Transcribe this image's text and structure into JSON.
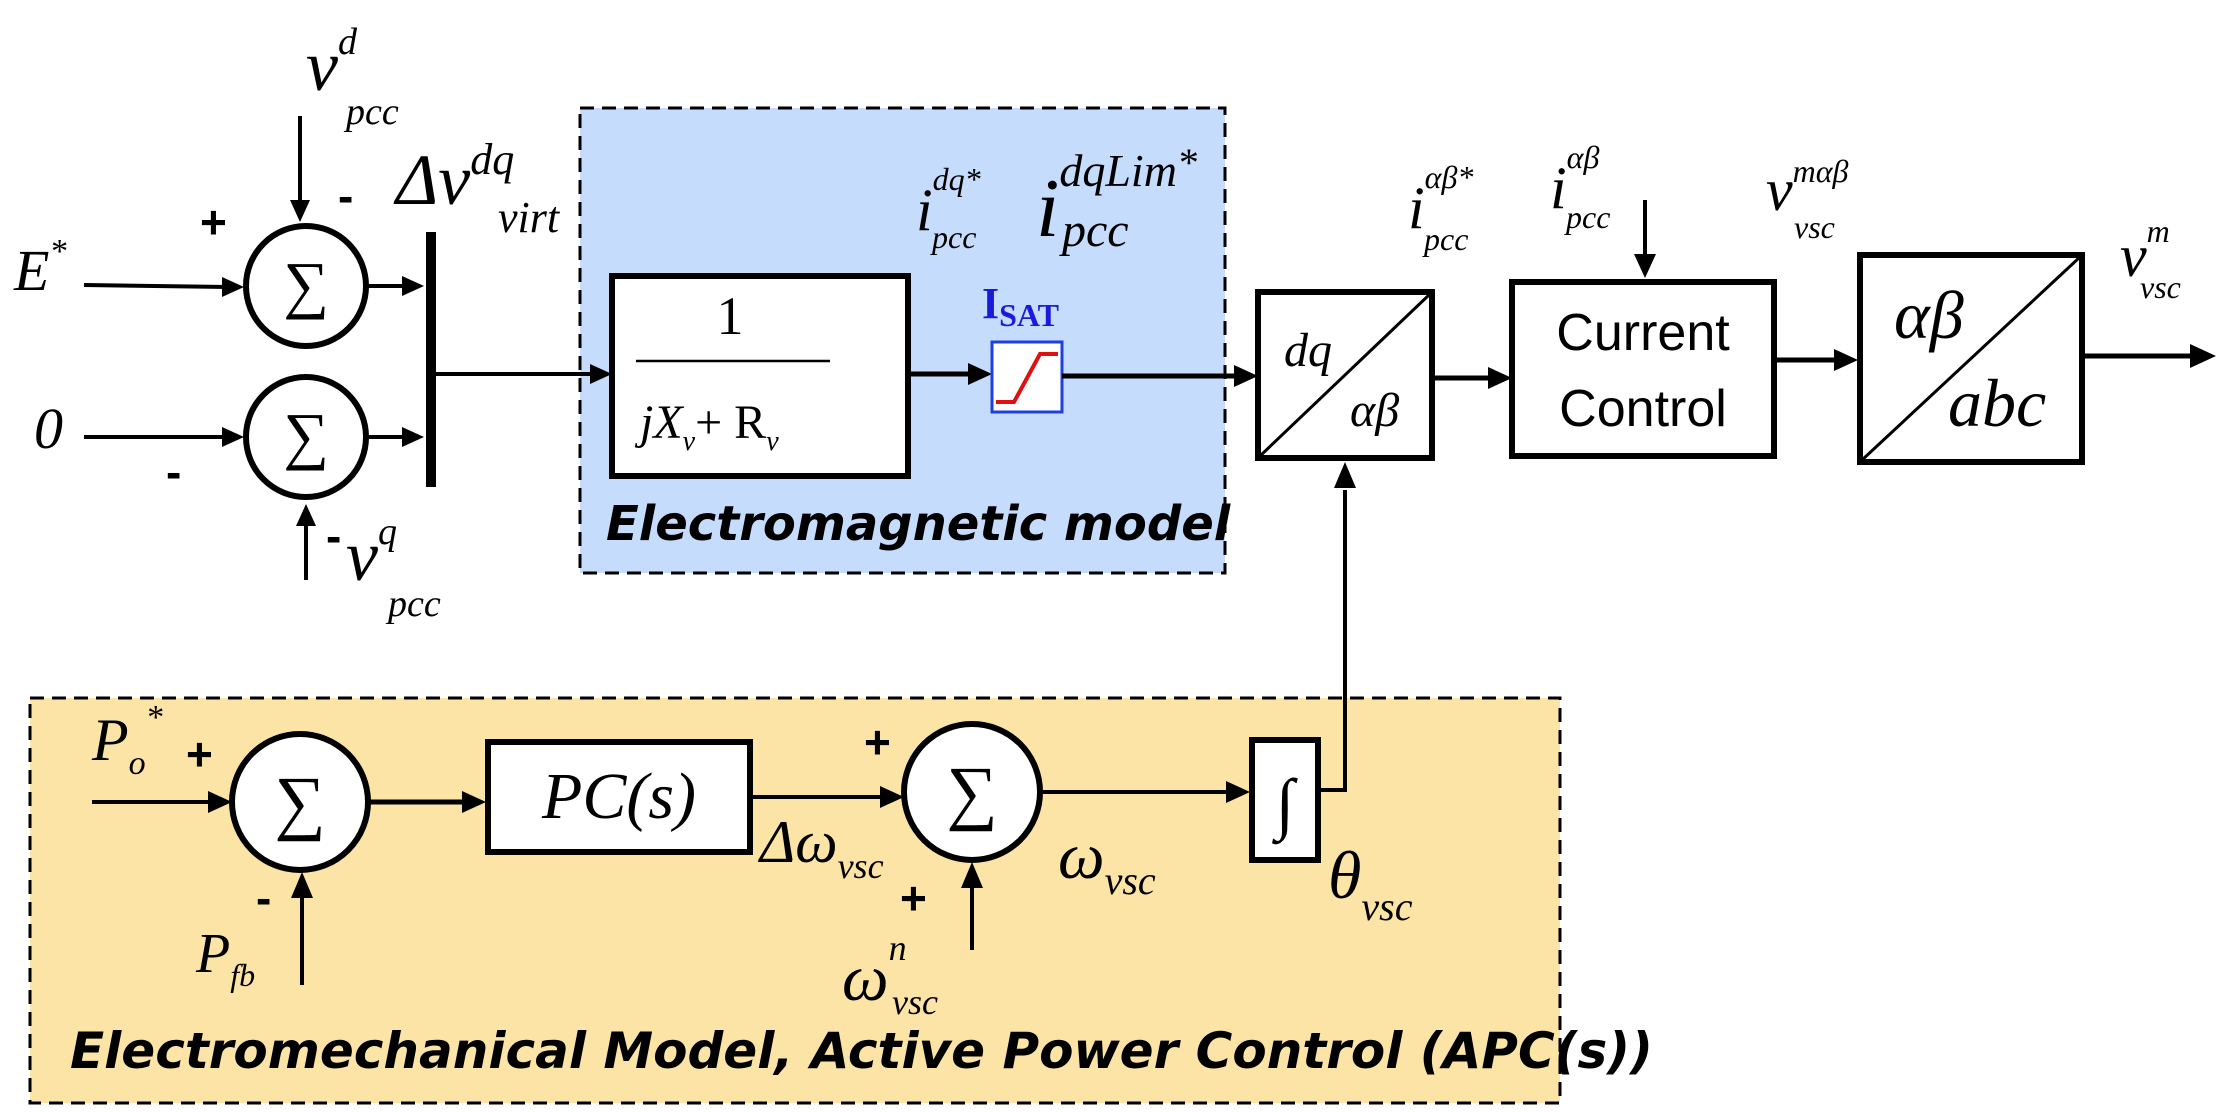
{
  "regions": {
    "electromagnetic_label": "Electromagnetic model",
    "electromechanical_label": "Electromechanical Model, Active Power Control (APC(s))"
  },
  "inputs": {
    "e_ref_base": "E",
    "e_ref_sup": "*",
    "zero": "0",
    "vpcc_d_base": "v",
    "vpcc_d_sup": "d",
    "vpcc_d_sub": "pcc",
    "vpcc_q_base": "v",
    "vpcc_q_sup": "q",
    "vpcc_q_sub": "pcc",
    "p_ref_base": "P",
    "p_ref_sub": "o",
    "p_ref_sup": "*",
    "p_fb_base": "P",
    "p_fb_sub": "fb",
    "omega_n_base": "ω",
    "omega_n_sup": "n",
    "omega_n_sub": "vsc"
  },
  "signs": {
    "sum1_plus": "+",
    "sum1_minus": "-",
    "sum2_minus_left": "-",
    "sum2_minus_bottom": "-",
    "sum3_plus": "+",
    "sum3_minus": "-",
    "sum4_plus_top": "+",
    "sum4_plus_bottom": "+"
  },
  "signals": {
    "dv_virt_base": "Δv",
    "dv_virt_sup": "dq",
    "dv_virt_sub": "virt",
    "i_dq_ref_base": "i",
    "i_dq_ref_sup": "dq*",
    "i_dq_ref_sub": "pcc",
    "i_dqlim_base": "i",
    "i_dqlim_sup": "dqLim",
    "i_dqlim_star": "*",
    "i_dqlim_sub": "pcc",
    "i_ab_ref_base": "i",
    "i_ab_ref_sup": "αβ*",
    "i_ab_ref_sub": "pcc",
    "i_ab_base": "i",
    "i_ab_sup": "αβ",
    "i_ab_sub": "pcc",
    "v_mab_base": "v",
    "v_mab_sup": "mαβ",
    "v_mab_sub": "vsc",
    "v_m_base": "v",
    "v_m_sup": "m",
    "v_m_sub": "vsc",
    "dw_base": "Δω",
    "dw_sub": "vsc",
    "w_base": "ω",
    "w_sub": "vsc",
    "theta_base": "θ",
    "theta_sub": "vsc"
  },
  "blocks": {
    "sum_symbol": "∑",
    "tf_numerator": "1",
    "tf_den_j": "jX",
    "tf_den_xsub": "v",
    "tf_den_plus": "+ R",
    "tf_den_rsub": "v",
    "isat_main": "I",
    "isat_sub": "SAT",
    "dq_ab_top": "dq",
    "dq_ab_bottom": "αβ",
    "current_control_line1": "Current",
    "current_control_line2": "Control",
    "ab_abc_top": "αβ",
    "ab_abc_bottom": "abc",
    "pc_block": "PC(s)",
    "integrator": "∫"
  },
  "colors": {
    "electromagnetic_fill": "#c6dcfc",
    "electromechanical_fill": "#fbe4a5",
    "isat_label": "#1a1adb",
    "isat_border": "#1f3fe0",
    "isat_curve": "#e01010"
  }
}
